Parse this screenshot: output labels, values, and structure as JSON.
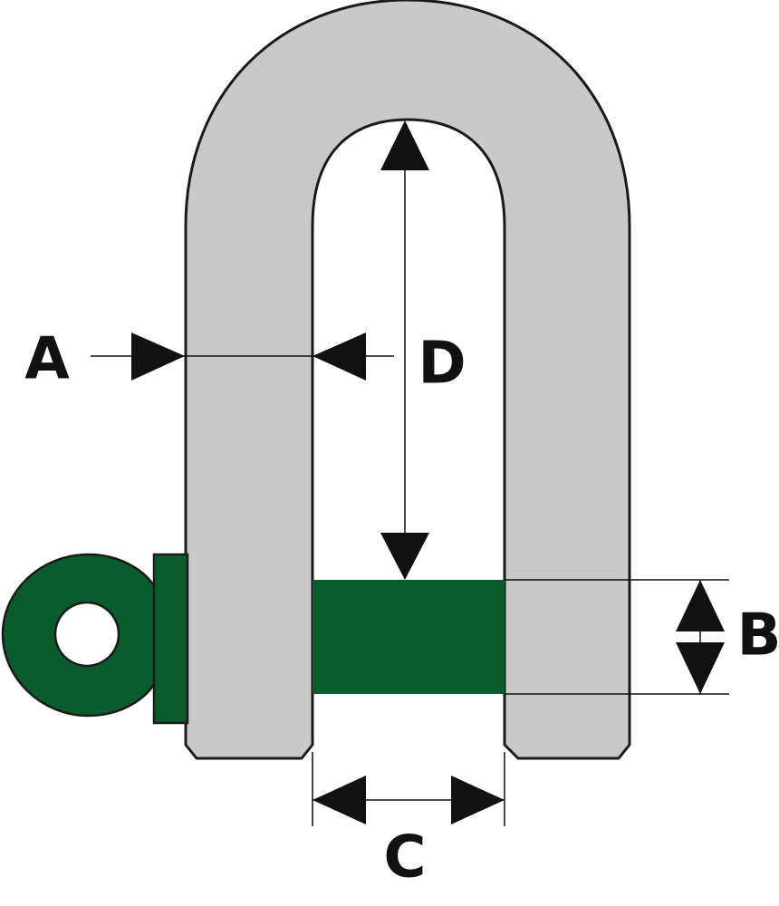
{
  "labels": {
    "a": "A",
    "b": "B",
    "c": "C",
    "d": "D"
  },
  "colors": {
    "body": "#c9c9c9",
    "pin": "#0b5c2c",
    "outline": "#1a1a1a",
    "dimension": "#111111",
    "background": "#ffffff"
  }
}
